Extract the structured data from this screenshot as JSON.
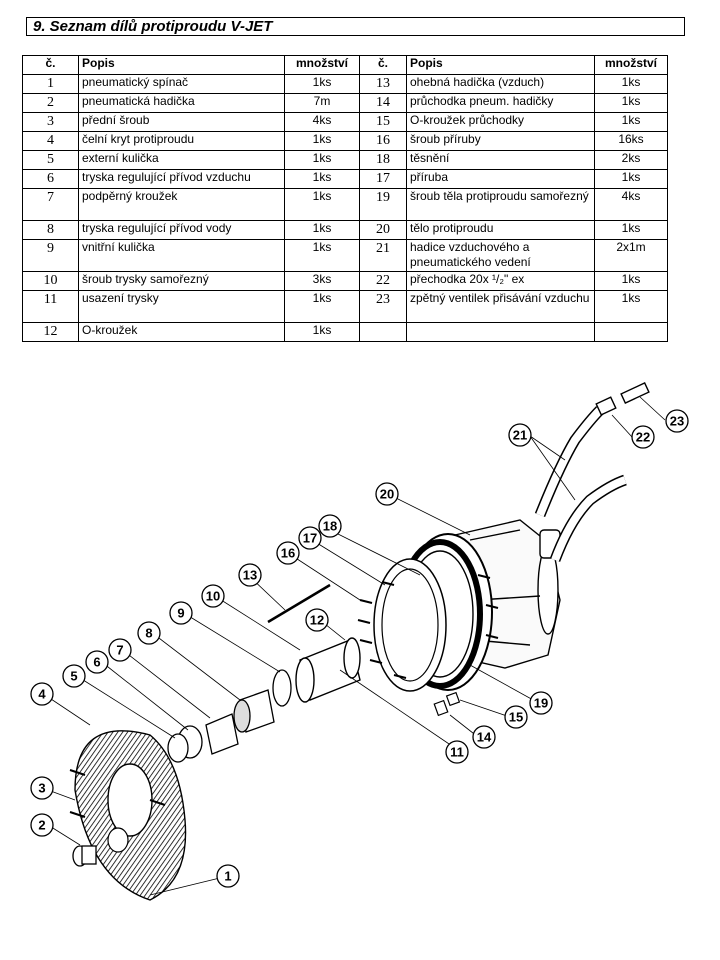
{
  "title": "9. Seznam dílů protiproudu V-JET",
  "table": {
    "headers": {
      "num": "č.",
      "desc": "Popis",
      "qty": "množství"
    },
    "rows": [
      {
        "n1": "1",
        "d1": "pneumatický spínač",
        "q1": "1ks",
        "n2": "13",
        "d2": "ohebná  hadička (vzduch)",
        "q2": "1ks"
      },
      {
        "n1": "2",
        "d1": "pneumatická hadička",
        "q1": "7m",
        "n2": "14",
        "d2": "průchodka pneum. hadičky",
        "q2": "1ks"
      },
      {
        "n1": "3",
        "d1": "přední šroub",
        "q1": "4ks",
        "n2": "15",
        "d2": "O-kroužek průchodky",
        "q2": "1ks"
      },
      {
        "n1": "4",
        "d1": "čelní kryt protiproudu",
        "q1": "1ks",
        "n2": "16",
        "d2": "šroub příruby",
        "q2": "16ks"
      },
      {
        "n1": "5",
        "d1": "externí kulička",
        "q1": "1ks",
        "n2": "18",
        "d2": "těsnění",
        "q2": "2ks"
      },
      {
        "n1": "6",
        "d1": "tryska regulující přívod vzduchu",
        "q1": "1ks",
        "n2": "17",
        "d2": "příruba",
        "q2": "1ks"
      },
      {
        "n1": "7",
        "d1": "podpěrný kroužek",
        "q1": "1ks",
        "n2": "19",
        "d2": "šroub těla protiproudu samořezný",
        "q2": "4ks"
      },
      {
        "n1": "8",
        "d1": "tryska regulující přívod vody",
        "q1": "1ks",
        "n2": "20",
        "d2": "tělo protiproudu",
        "q2": "1ks"
      },
      {
        "n1": "9",
        "d1": "vnitřní kulička",
        "q1": "1ks",
        "n2": "21",
        "d2": "hadice vzduchového a pneumatického vedení",
        "q2": "2x1m"
      },
      {
        "n1": "10",
        "d1": "šroub trysky samořezný",
        "q1": "3ks",
        "n2": "22",
        "d2": "přechodka 20x ¹/₂\" ex",
        "q2": "1ks"
      },
      {
        "n1": "11",
        "d1": "usazení trysky",
        "q1": "1ks",
        "n2": "23",
        "d2": "zpětný ventilek přisávání vzduchu",
        "q2": "1ks"
      },
      {
        "n1": "12",
        "d1": "O-kroužek",
        "q1": "1ks",
        "n2": "",
        "d2": "",
        "q2": ""
      }
    ]
  },
  "diagram": {
    "callouts": [
      "1",
      "2",
      "3",
      "4",
      "5",
      "6",
      "7",
      "8",
      "9",
      "10",
      "11",
      "12",
      "13",
      "14",
      "15",
      "16",
      "17",
      "18",
      "19",
      "20",
      "21",
      "22",
      "23"
    ]
  }
}
